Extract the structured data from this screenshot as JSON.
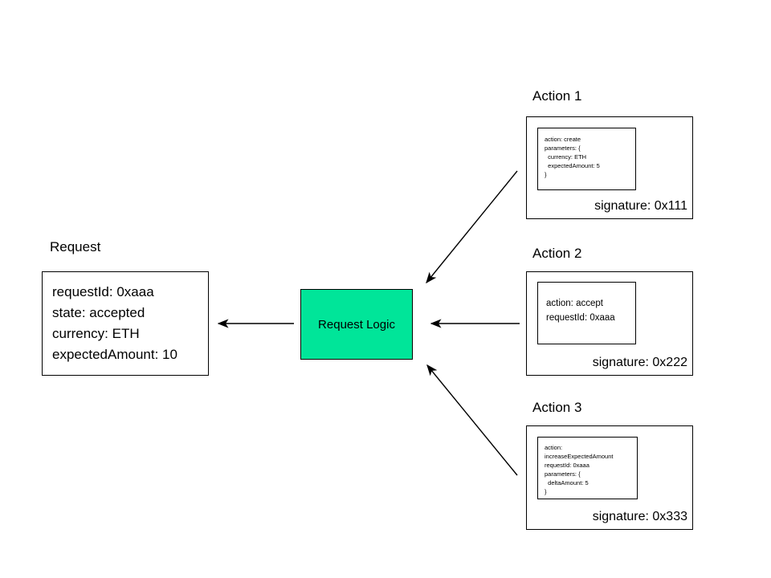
{
  "request": {
    "caption": "Request",
    "lines": [
      "requestId: 0xaaa",
      "state: accepted",
      "currency: ETH",
      "expectedAmount: 10"
    ]
  },
  "logic": {
    "label": "Request Logic",
    "fill_color": "#00e599",
    "border_color": "#000000"
  },
  "actions": [
    {
      "caption": "Action 1",
      "code_lines": [
        "action: create",
        "parameters: {",
        "  currency: ETH",
        "  expectedAmount: 5",
        "}"
      ],
      "signature": "signature: 0x111"
    },
    {
      "caption": "Action 2",
      "code_lines": [
        "action: accept",
        "requestId: 0xaaa"
      ],
      "signature": "signature: 0x222"
    },
    {
      "caption": "Action 3",
      "code_lines": [
        "action:",
        "increaseExpectedAmount",
        "requestId: 0xaaa",
        "parameters: {",
        "  deltaAmount: 5",
        "}"
      ],
      "signature": "signature: 0x333"
    }
  ],
  "arrows": [
    {
      "name": "action1-to-logic",
      "from": "Action 1",
      "to": "Request Logic"
    },
    {
      "name": "action2-to-logic",
      "from": "Action 2",
      "to": "Request Logic"
    },
    {
      "name": "action3-to-logic",
      "from": "Action 3",
      "to": "Request Logic"
    },
    {
      "name": "logic-to-request",
      "from": "Request Logic",
      "to": "Request"
    }
  ]
}
